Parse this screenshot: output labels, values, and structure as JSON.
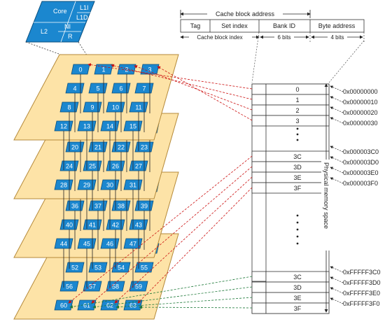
{
  "core_detail": {
    "core": "Core",
    "l1i": "L1I",
    "l1d": "L1D",
    "l2": "L2",
    "ni": "NI",
    "r": "R"
  },
  "address_format": {
    "title": "Cache block address",
    "fields": [
      "Tag",
      "Set index",
      "Bank ID",
      "Byte address"
    ],
    "sub_cache_block_index": "Cache block index",
    "sub_bank_bits": "6 bits",
    "sub_byte_bits": "4 bits"
  },
  "memory_blocks": {
    "top_rows": [
      "0",
      "1",
      "2",
      "3"
    ],
    "mid_rows": [
      "3C",
      "3D",
      "3E",
      "3F"
    ],
    "bottom_rows": [
      "3C",
      "3D",
      "3E",
      "3F"
    ]
  },
  "addresses": {
    "top": [
      "0x00000000",
      "0x00000010",
      "0x00000020",
      "0x00000030"
    ],
    "mid": [
      "0x000003C0",
      "0x000003D0",
      "0x000003E0",
      "0x000003F0"
    ],
    "bottom": [
      "0xFFFFF3C0",
      "0xFFFFF3D0",
      "0xFFFFF3E0",
      "0xFFFFF3F0"
    ]
  },
  "physical_memory_label": "Physical memory space",
  "colors": {
    "chip": "#1b87cf",
    "layer": "#fde3a7",
    "red_mapping": "#cc1111",
    "green_mapping": "#1f7a3a"
  }
}
